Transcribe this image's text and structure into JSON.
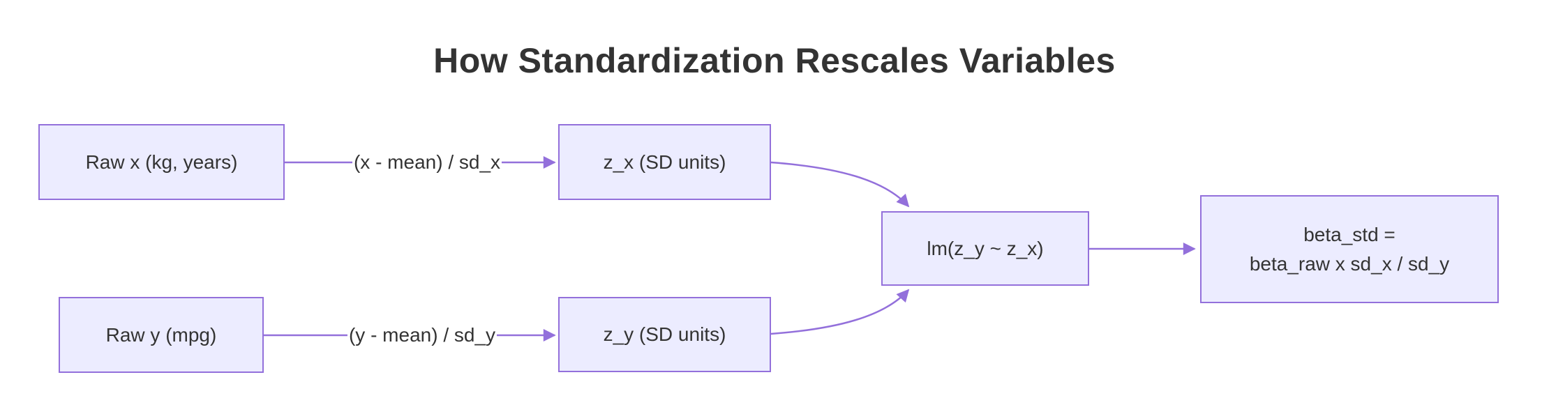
{
  "diagram": {
    "title": "How Standardization Rescales Variables",
    "nodes": {
      "raw_x": {
        "label": "Raw x (kg, years)"
      },
      "z_x": {
        "label": "z_x (SD units)"
      },
      "raw_y": {
        "label": "Raw y (mpg)"
      },
      "z_y": {
        "label": "z_y (SD units)"
      },
      "lm": {
        "label": "lm(z_y ~ z_x)"
      },
      "beta": {
        "label_line1": "beta_std =",
        "label_line2": "beta_raw x sd_x / sd_y"
      }
    },
    "edges": {
      "x_transform": {
        "label": "(x - mean) / sd_x"
      },
      "y_transform": {
        "label": "(y - mean) / sd_y"
      }
    },
    "colors": {
      "background": "#ffffff",
      "node_fill": "#ECECFF",
      "node_border": "#9370DB",
      "edge_stroke": "#9370DB",
      "text": "#333333"
    }
  }
}
